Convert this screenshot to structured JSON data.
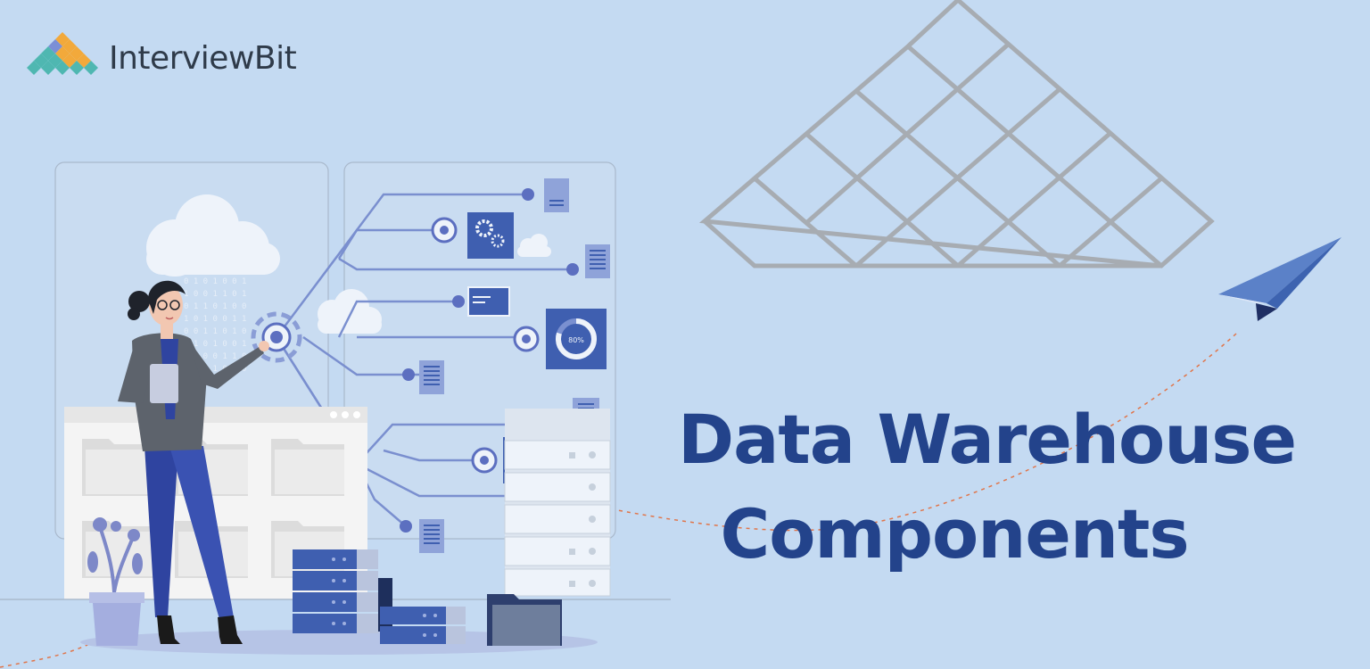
{
  "logo": {
    "brand_name": "InterviewBit"
  },
  "headline": {
    "line1": "Data Warehouse",
    "line2": "Components"
  },
  "illustration": {
    "progress_label": "80%",
    "progress_value": 0.8,
    "binary_text": [
      "0101001",
      "1001101",
      "0110100",
      "1010011",
      "0011010",
      "1101001",
      "0100110",
      "1011000"
    ]
  },
  "colors": {
    "background": "#c4daf2",
    "title": "#23438b",
    "accent_blue": "#3f5fb0",
    "grid_gray": "#a7acb2",
    "logo_teal": "#4fb7b1",
    "logo_orange": "#f2a93b"
  }
}
